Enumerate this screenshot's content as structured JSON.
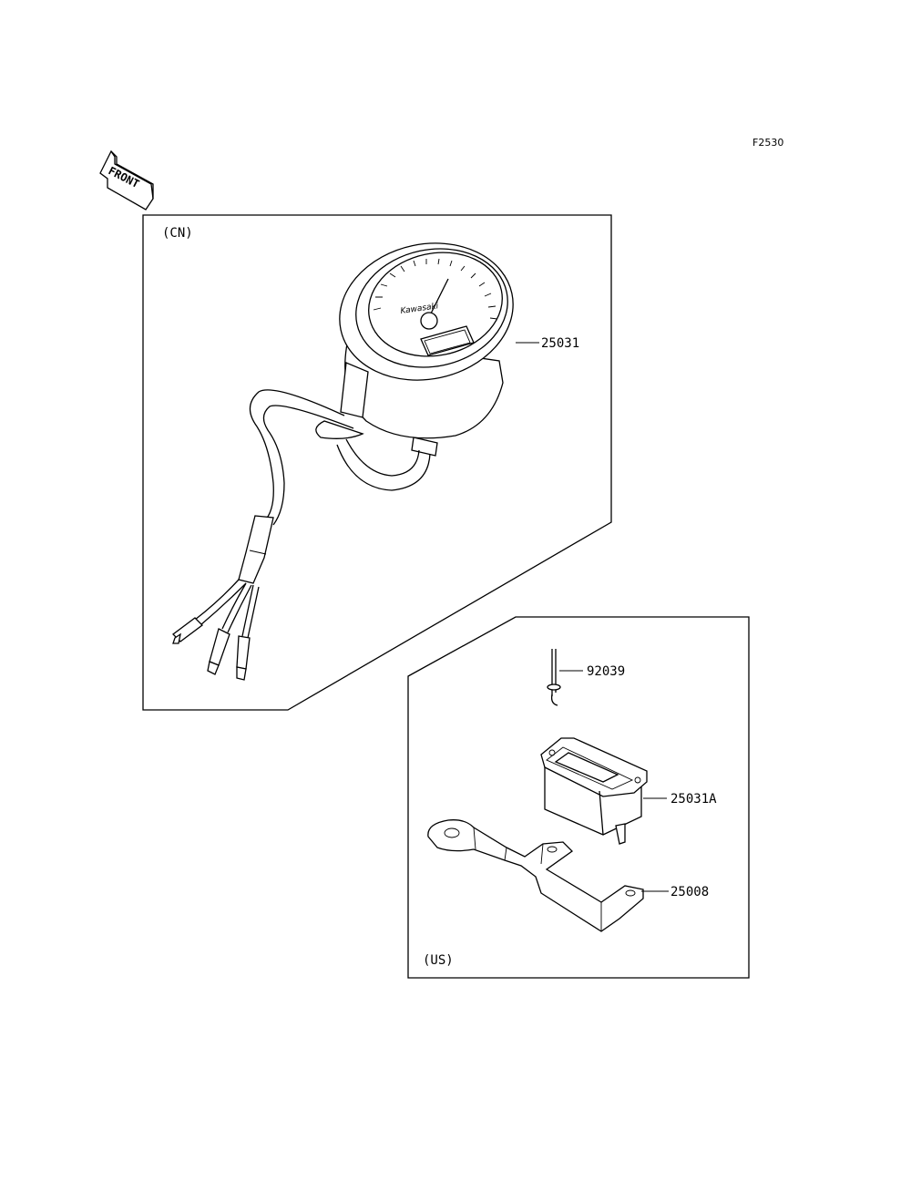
{
  "diagram_code": "F2530",
  "front_label": "FRONT",
  "regions": {
    "upper": {
      "label": "(CN)"
    },
    "lower": {
      "label": "(US)"
    }
  },
  "gauge_brand": "Kawasaki",
  "parts": [
    {
      "number": "25031",
      "name": "meter-assembly"
    },
    {
      "number": "92039",
      "name": "screw"
    },
    {
      "number": "25031A",
      "name": "hour-meter"
    },
    {
      "number": "25008",
      "name": "bracket"
    }
  ]
}
